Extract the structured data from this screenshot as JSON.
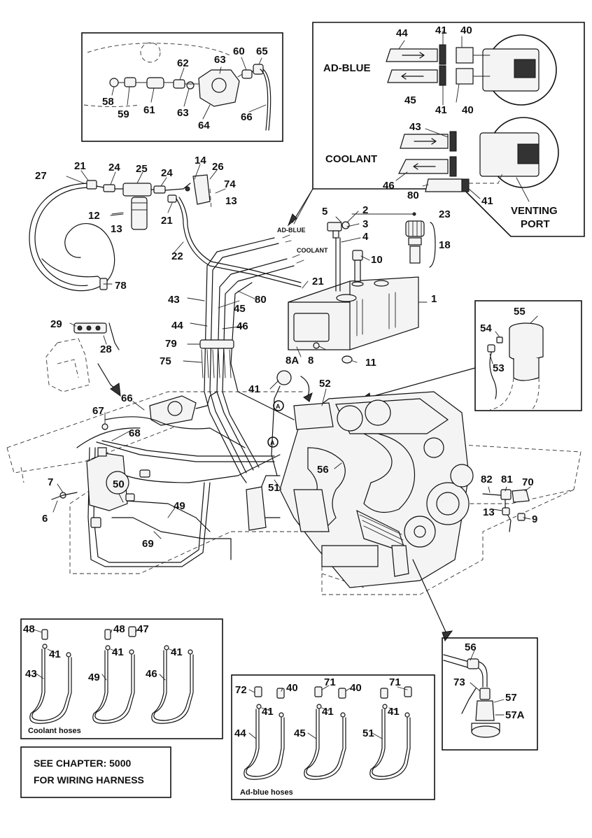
{
  "labels": {
    "ad_blue": "AD-BLUE",
    "coolant": "COOLANT",
    "venting_port_1": "VENTING",
    "venting_port_2": "PORT",
    "ad_blue_small": "AD-BLUE",
    "coolant_small": "COOLANT",
    "coolant_hoses": "Coolant hoses",
    "adblue_hoses": "Ad-blue hoses",
    "note_line1": "SEE CHAPTER: 5000",
    "note_line2": "FOR WIRING HARNESS",
    "marker_a": "A"
  },
  "callouts": {
    "c58": "58",
    "c59": "59",
    "c61": "61",
    "c62": "62",
    "c63a": "63",
    "c63b": "63",
    "c60": "60",
    "c65": "65",
    "c64": "64",
    "c66": "66",
    "c44a": "44",
    "c41a": "41",
    "c40a": "40",
    "c45a": "45",
    "c41b": "41",
    "c40b": "40",
    "c43a": "43",
    "c46a": "46",
    "c80a": "80",
    "c41c": "41",
    "c27": "27",
    "c21a": "21",
    "c24a": "24",
    "c25": "25",
    "c24b": "24",
    "c14": "14",
    "c26": "26",
    "c74": "74",
    "c13a": "13",
    "c12": "12",
    "c13b": "13",
    "c21b": "21",
    "c78": "78",
    "c22": "22",
    "c5": "5",
    "c2": "2",
    "c3": "3",
    "c4": "4",
    "c23": "23",
    "c18": "18",
    "c10": "10",
    "c21c": "21",
    "c1": "1",
    "c43b": "43",
    "c80b": "80",
    "c45b": "45",
    "c44b": "44",
    "c46b": "46",
    "c79": "79",
    "c75": "75",
    "c8a": "8A",
    "c8": "8",
    "c11": "11",
    "c29": "29",
    "c28": "28",
    "c55": "55",
    "c54": "54",
    "c53": "53",
    "c41d": "41",
    "c52": "52",
    "c66b": "66",
    "c67": "67",
    "c68": "68",
    "c7": "7",
    "c6": "6",
    "c50": "50",
    "c56": "56",
    "c51": "51",
    "c49": "49",
    "c69": "69",
    "c82": "82",
    "c81": "81",
    "c70": "70",
    "c13c": "13",
    "c9": "9",
    "c48a": "48",
    "c41e": "41",
    "c43c": "43",
    "c48b": "48",
    "c47": "47",
    "c41f": "41",
    "c49b": "49",
    "c41g": "41",
    "c46c": "46",
    "c72": "72",
    "c40c": "40",
    "c41h": "41",
    "c44c": "44",
    "c71a": "71",
    "c40d": "40",
    "c41i": "41",
    "c45c": "45",
    "c71b": "71",
    "c41j": "41",
    "c51b": "51",
    "c56b": "56",
    "c73": "73",
    "c57": "57",
    "c57a": "57A"
  }
}
